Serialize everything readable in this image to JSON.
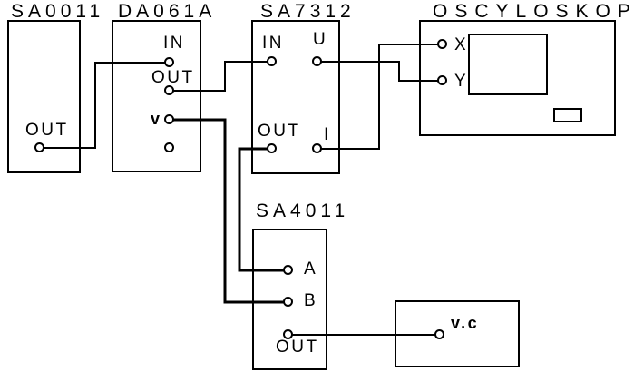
{
  "diagram": {
    "kind": "laboratory wiring diagram",
    "colors": {
      "line": "#000000",
      "background": "#ffffff"
    },
    "devices": [
      {
        "id": "sa0011",
        "title": "SA0011",
        "ports": [
          {
            "id": "out",
            "label": "OUT"
          }
        ]
      },
      {
        "id": "da061a",
        "title": "DA061A",
        "ports": [
          {
            "id": "in",
            "label": "IN"
          },
          {
            "id": "out",
            "label": "OUT"
          },
          {
            "id": "v",
            "label": "v"
          },
          {
            "id": "aux",
            "label": ""
          }
        ]
      },
      {
        "id": "sa7312",
        "title": "SA7312",
        "ports": [
          {
            "id": "in",
            "label": "IN"
          },
          {
            "id": "u",
            "label": "U"
          },
          {
            "id": "out",
            "label": "OUT"
          },
          {
            "id": "i",
            "label": "I"
          }
        ]
      },
      {
        "id": "oscyloskop",
        "title": "OSCYLOSKOP",
        "ports": [
          {
            "id": "x",
            "label": "X"
          },
          {
            "id": "y",
            "label": "Y"
          }
        ]
      },
      {
        "id": "sa4011",
        "title": "SA4011",
        "ports": [
          {
            "id": "a",
            "label": "A"
          },
          {
            "id": "b",
            "label": "B"
          },
          {
            "id": "out",
            "label": "OUT"
          }
        ]
      },
      {
        "id": "vc",
        "title": "",
        "ports": [
          {
            "id": "vc",
            "label": "v.c"
          }
        ]
      }
    ],
    "connections": [
      {
        "from": "SA0011 OUT",
        "to": "DA061A IN"
      },
      {
        "from": "DA061A OUT",
        "to": "SA7312 IN"
      },
      {
        "from": "DA061A v",
        "to": "SA4011 B"
      },
      {
        "from": "SA7312 OUT",
        "to": "SA4011 A"
      },
      {
        "from": "SA7312 U",
        "to": "OSCYLOSKOP Y"
      },
      {
        "from": "SA7312 I",
        "to": "OSCYLOSKOP X"
      },
      {
        "from": "SA4011 OUT",
        "to": "v.c"
      }
    ]
  }
}
